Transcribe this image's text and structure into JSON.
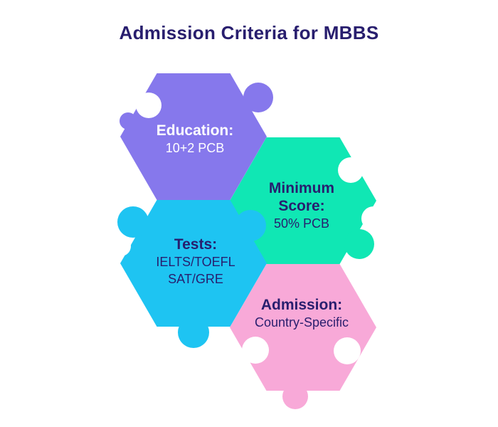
{
  "title": "Admission Criteria for MBBS",
  "colors": {
    "background": "#ffffff",
    "title_text": "#281e6e"
  },
  "pieces": [
    {
      "name": "education",
      "heading_lines": [
        "Education:"
      ],
      "detail_lines": [
        "10+2 PCB"
      ],
      "fill": "#8678ec",
      "text_color": "#ffffff"
    },
    {
      "name": "minimum-score",
      "heading_lines": [
        "Minimum",
        "Score:"
      ],
      "detail_lines": [
        "50% PCB"
      ],
      "fill": "#10e7b4",
      "text_color": "#281e6e"
    },
    {
      "name": "tests",
      "heading_lines": [
        "Tests:"
      ],
      "detail_lines": [
        "IELTS/TOEFL",
        "SAT/GRE"
      ],
      "fill": "#1ec4f2",
      "text_color": "#281e6e"
    },
    {
      "name": "admission",
      "heading_lines": [
        "Admission:"
      ],
      "detail_lines": [
        "Country-Specific"
      ],
      "fill": "#f8a9d8",
      "text_color": "#281e6e"
    }
  ]
}
